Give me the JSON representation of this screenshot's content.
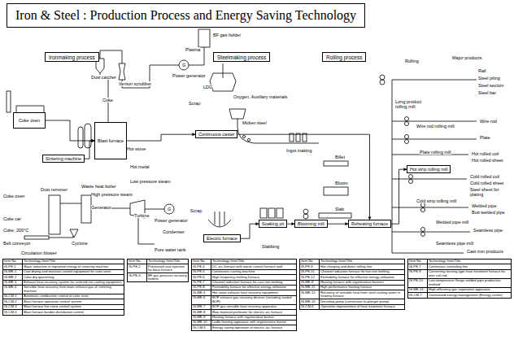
{
  "diagram": {
    "title": "Iron & Steel : Production Process and Energy Saving Technology",
    "nodes": [
      {
        "text": [
          "Ironmaking process"
        ]
      },
      {
        "text": [
          "Steelmaking process"
        ]
      },
      {
        "text": [
          "Rolling process"
        ]
      },
      {
        "text": [
          "Coke oven"
        ]
      },
      {
        "text": [
          "Sintering machine"
        ]
      },
      {
        "text": [
          "Blast furnace"
        ]
      },
      {
        "text": [
          "Continuous caster"
        ]
      },
      {
        "text": [
          "Electric furnace"
        ]
      },
      {
        "text": [
          "Soaking pit"
        ]
      },
      {
        "text": [
          "Blooming mill"
        ]
      },
      {
        "text": [
          "Reheating furnace"
        ]
      },
      {
        "text": [
          "Hot strip rolling mill"
        ]
      }
    ],
    "edges": [
      {
        "from": 3,
        "to": 5,
        "arrow": "to"
      },
      {
        "from": 4,
        "to": 5,
        "arrow": "to"
      },
      {
        "from": 5,
        "to": 6,
        "arrow": "to"
      },
      {
        "from": 6,
        "to": 10,
        "arrow": "to"
      },
      {
        "from": 7,
        "to": 8,
        "arrow": "to"
      },
      {
        "from": 8,
        "to": 9,
        "arrow": "to"
      },
      {
        "from": 9,
        "to": 10,
        "arrow": "to"
      },
      {
        "from": 10,
        "to": 11,
        "arrow": "to"
      }
    ],
    "labels": [
      "BF gas holder",
      "Plasma",
      "Dust catcher",
      "Venturi scrubber",
      "G",
      "Power generator",
      "LDG",
      "Scrap",
      "Oxygen, Auxiliary materials",
      "Molten steel",
      "Coke",
      "Hot metal",
      "Hot stove",
      "Ingot making",
      "Low pressure steam",
      "Waste heat boiler",
      "High pressure steam",
      "Generator",
      "Turbine",
      "G",
      "Power generator",
      "Condenser",
      "Pure water tank",
      "Coke oven",
      "Dust remover",
      "Coke car",
      "Coke, 200°C",
      "Belt conveyor",
      "Circulation blower",
      "Cyclone",
      "Scrap",
      "Slabbing",
      "Billet",
      "Bloom",
      "Slab",
      "Rolling",
      "Major products",
      "Rail",
      "Steel piling",
      "Steel section",
      "Steel bar",
      "Long product rolling mill",
      "Wire rod rolling mill",
      "Wire rod",
      "Plate",
      "Plate rolling mill",
      "Hot rolled coil",
      "Hot rolled sheet",
      "Cold rolled coil",
      "Cold rolled sheet",
      "Steel sheet for plating",
      "Cold strip rolling mill",
      "Welded pipe",
      "Butt welded pipe",
      "Welded pipe mill",
      "Seamless pipe",
      "Seamless pipe mill",
      "Cast iron products",
      "Item No.",
      "Technology Item/Title",
      "IS-PE-1",
      "Major reduction in ingrained energy of sintering machine",
      "IS-ME-1",
      "Coal drying and moisture control equipment for coke oven",
      "IS-ME-2",
      "Coke dry quenching",
      "IS-ME-3",
      "Exhaust heat recovery system for sintered ore cooling equipment",
      "IS-ME-4",
      "Sensible heat recovery from main exhaust gas of sintering machine",
      "IS-CM-1",
      "Automatic combustion control of coke oven",
      "IS-CM-2",
      "Blast furnace operation control system",
      "IS-CM-3",
      "Blast furnace hot stove control system",
      "IS-CM-4",
      "Blast furnace burden distribution control",
      "Item No.",
      "Technology Item/Title",
      "IS-PE-2",
      "Pulverized coal injection for blast furnace",
      "IS-PE-3",
      "BF gas pressure recovery turbine",
      "Item No.",
      "Technology Item/Title",
      "IS-PE-4",
      "DC arc furnace with waste control furnace wall",
      "IS-PE-5",
      "Continuous casting machine",
      "IS-PE-6",
      "High frequency melting furnace",
      "IS-PE-7",
      "Channel induction furnace for cast iron melting",
      "IS-PE-8",
      "Formability furnace for effective energy utilization",
      "IS-ME-5",
      "Hot stove exhaust heat recovery equipment",
      "IS-ME-6",
      "BOF exhaust gas recovery devices (including sealed BOF)",
      "IS-ME-7",
      "BOF gas sensible heat recovery apparatus",
      "IS-ME-8",
      "Raw material preheater for electric arc furnace",
      "IS-ME-9",
      "Heating furnace with regenerative burner",
      "IS-ME-10",
      "Ladle heating apparatus with regenerative burner",
      "IS-CM-5",
      "Energy saving operation of electric arc furnace",
      "Item No.",
      "Technology Item/Title",
      "IS-PE-9",
      "Hot charging and direct rolling line",
      "IS-PE-11",
      "Channel induction furnace for hot iron melting",
      "IS-PE-12",
      "Formability furnace for effective energy utilization",
      "IS-ME-8",
      "Heating furnace with regenerative burners",
      "IS-ME-11",
      "High performance heating furnace",
      "IS-ME-12",
      "Recovery of sensible heat from steel cooling water in heating furnace",
      "IS-ME-13",
      "Decoiling pump (conversion to plunger pump)",
      "IS-CM-6",
      "Operation improvement of heat treatment furnace",
      "Item No.",
      "Technology Item/Title",
      "IS-PE-7",
      "Continuous annealing line",
      "IS-PE-9",
      "Converting twisting-type heat treatment furnace for wire coil rod",
      "IS-PE-10",
      "Low-temperature flange welded pipe production method",
      "IS-ME-14",
      "High-efficiency gas separation apparatus",
      "IS-CM-7",
      "Centralized energy management (Energy center)"
    ]
  }
}
